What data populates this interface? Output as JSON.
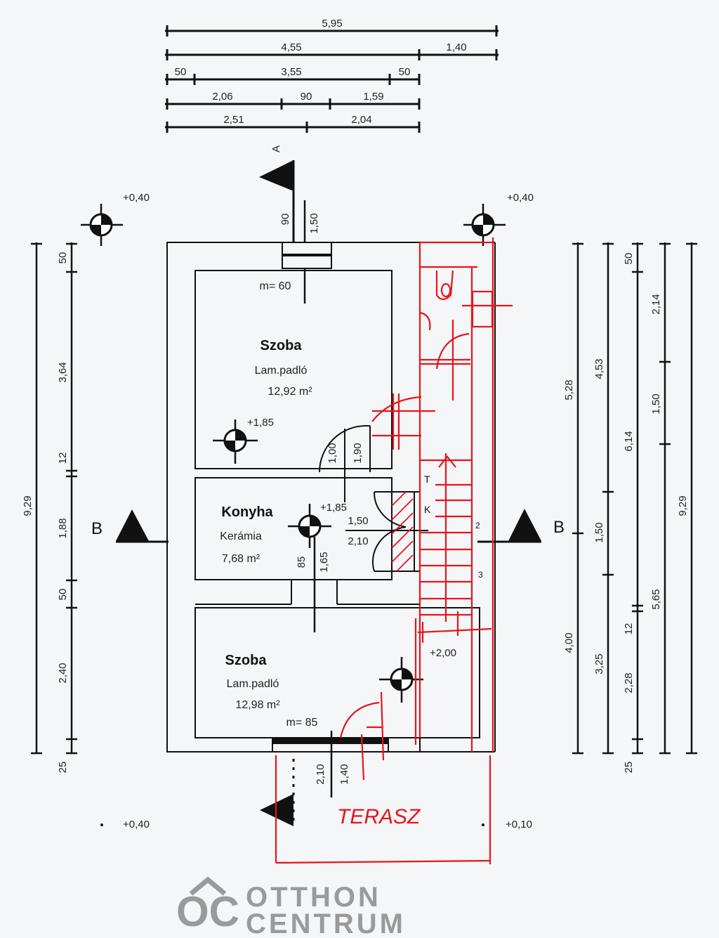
{
  "top_dimensions": {
    "row1": [
      "5,95"
    ],
    "row2": [
      "4,55",
      "1,40"
    ],
    "row3": [
      "50",
      "3,55",
      "50"
    ],
    "row4": [
      "2,06",
      "90",
      "1,59"
    ],
    "row5": [
      "2,51",
      "2,04"
    ]
  },
  "left_dimensions": {
    "total": "9,29",
    "segments": [
      "50",
      "3,64",
      "12",
      "1,88",
      "50",
      "2,40",
      "25"
    ]
  },
  "right_dimensions": {
    "col1": [
      "5,28",
      "4,00"
    ],
    "col2": [
      "4,53",
      "1,50",
      "3,25"
    ],
    "col3": [
      "50",
      "6,14",
      "12",
      "2,28",
      "25"
    ],
    "col4": [
      "2,14",
      "1,50",
      "5,65"
    ],
    "col5": [
      "9,29"
    ]
  },
  "levels": {
    "top_left": "+0,40",
    "top_right": "+0,40",
    "bottom_left": "+0,40",
    "bottom_right": "+0,10",
    "room1": "+1,85",
    "kitchen": "+1,85",
    "room2": "+2,00"
  },
  "section_markers": {
    "a": "A",
    "b_left": "B",
    "b_right": "B"
  },
  "rooms": [
    {
      "name": "Szoba",
      "floor": "Lam.padló",
      "area": "12,92 m²"
    },
    {
      "name": "Konyha",
      "floor": "Kerámia",
      "area": "7,68 m²"
    },
    {
      "name": "Szoba",
      "floor": "Lam.padló",
      "area": "12,98 m²"
    }
  ],
  "openings": {
    "top_window_w": "90",
    "top_window_h": "1,50",
    "top_window_sill": "m= 60",
    "door1_w": "1,00",
    "door1_h": "1,90",
    "kitchen_door_w": "85",
    "kitchen_door_h": "1,65",
    "double_door_w": "1,50",
    "double_door_h": "2,10",
    "bottom_window_sill": "m= 85",
    "bottom_door_w": "2,10",
    "bottom_door_h": "1,40"
  },
  "stair_marks": [
    "T",
    "K",
    "2",
    "3"
  ],
  "annotation": "TERASZ",
  "watermark": {
    "line1": "OTTHON",
    "line2": "CENTRUM",
    "logo_letters": "OC"
  },
  "colors": {
    "ink": "#111111",
    "markup": "#e8141b",
    "watermark": "#8f8f8f"
  }
}
